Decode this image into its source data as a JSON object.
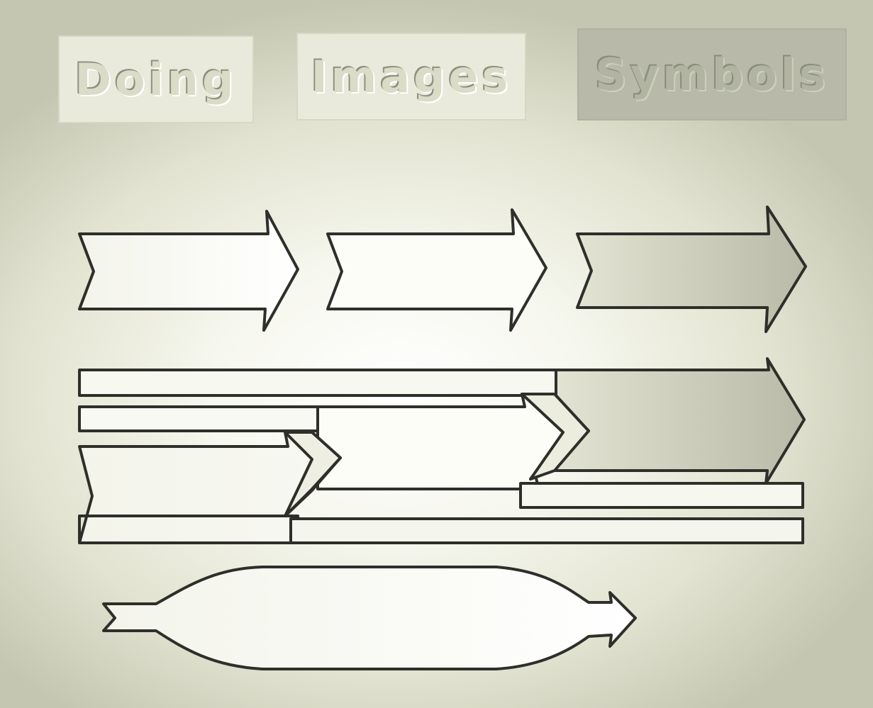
{
  "labels": {
    "doing": "Doing",
    "images": "Images",
    "symbols": "Symbols"
  },
  "colors": {
    "arrow_light": "#fbfbf6",
    "arrow_dark": "#bfc0ad",
    "outline": "#2e2f2a"
  }
}
